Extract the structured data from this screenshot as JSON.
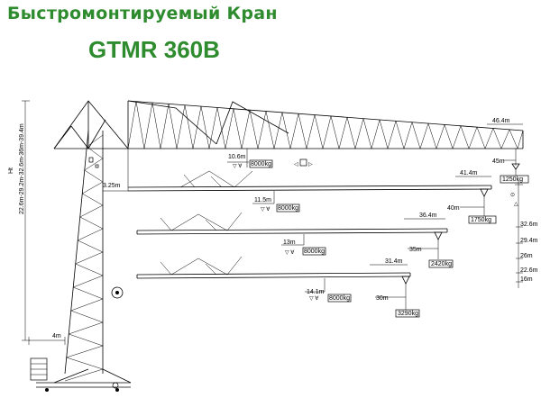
{
  "header": {
    "title_ru": "Быстромонтируемый Кран",
    "model": "GTMR 360B"
  },
  "heights": {
    "ht_label": "Ht",
    "values_label": "22.6m-29.2m-32.6m-36m-39.4m"
  },
  "tower": {
    "offset_label": "3.25m",
    "base_label": "4m"
  },
  "configs": [
    {
      "jib_length": "46.4m",
      "tip_radius": "45m",
      "tip_load": "1250kg",
      "mid_radius": "10.6m",
      "mid_load": "8000kg"
    },
    {
      "jib_length": "41.4m",
      "tip_radius": "40m",
      "tip_load": "1750kg",
      "mid_radius": "11.5m",
      "mid_load": "8000kg"
    },
    {
      "jib_length": "36.4m",
      "tip_radius": "35m",
      "tip_load": "2420kg",
      "mid_radius": "13m",
      "mid_load": "8000kg"
    },
    {
      "jib_length": "31.4m",
      "tip_radius": "30m",
      "tip_load": "3290kg",
      "mid_radius": "14.1m",
      "mid_load": "8000kg"
    }
  ],
  "height_stack": [
    "32.6m",
    "29.4m",
    "26m",
    "22.6m",
    "16m"
  ]
}
